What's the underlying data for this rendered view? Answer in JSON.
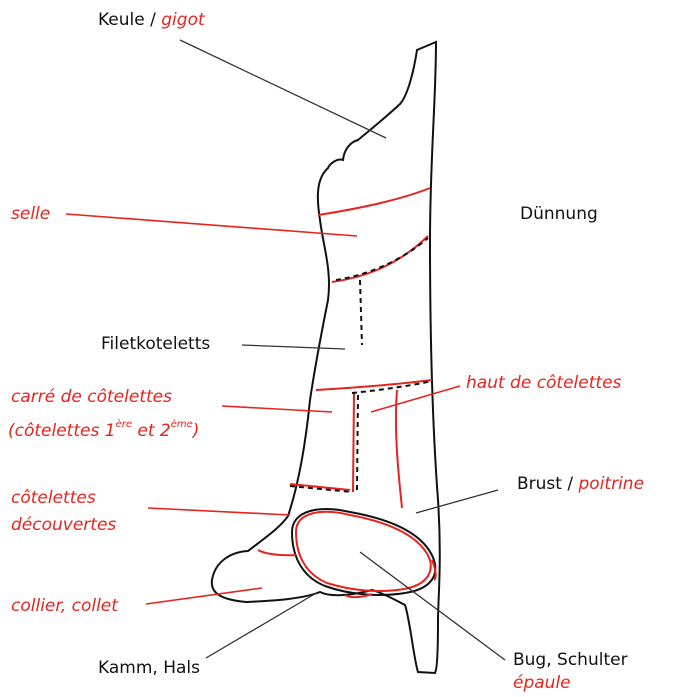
{
  "labels": {
    "keule": {
      "de": "Keule /",
      "fr": "gigot"
    },
    "selle": {
      "fr": "selle"
    },
    "duennung": {
      "de": "Dünnung"
    },
    "filetkoteletts": {
      "de": "Filetkoteletts"
    },
    "carre": {
      "line1": "carré de côtelettes",
      "line2_a": "(côtelettes 1",
      "sup1": "ère",
      "line2_b": " et 2",
      "sup2": "ème",
      "line2_c": ")"
    },
    "haut": {
      "fr": "haut de côtelettes"
    },
    "brust": {
      "de": "Brust /",
      "fr": "poitrine"
    },
    "decouvertes": {
      "line1": "côtelettes",
      "line2": "découvertes"
    },
    "collier": {
      "fr": "collier, collet"
    },
    "kamm": {
      "de": "Kamm, Hals"
    },
    "bug": {
      "de": "Bug, Schulter",
      "fr": "épaule"
    }
  },
  "colors": {
    "outline": "#111111",
    "cut_line": "#e8231e",
    "german": "#111111",
    "french": "#e8231e"
  }
}
